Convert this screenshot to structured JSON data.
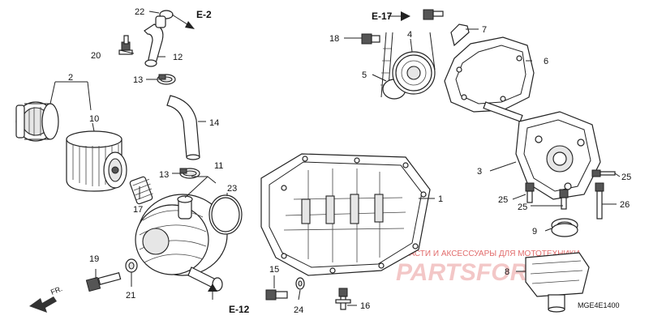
{
  "callouts": {
    "c1": "1",
    "c2": "2",
    "c3": "3",
    "c4": "4",
    "c5": "5",
    "c6": "6",
    "c7": "7",
    "c8": "8",
    "c9": "9",
    "c10": "10",
    "c11": "11",
    "c12": "12",
    "c13a": "13",
    "c13b": "13",
    "c14": "14",
    "c15": "15",
    "c16": "16",
    "c17": "17",
    "c18": "18",
    "c19": "19",
    "c20": "20",
    "c21": "21",
    "c22": "22",
    "c23": "23",
    "c24": "24",
    "c25a": "25",
    "c25b": "25",
    "c25c": "25",
    "c26": "26"
  },
  "references": {
    "e2": "E-2",
    "e17": "E-17",
    "e12": "E-12",
    "front": "FR."
  },
  "diagram_code": "MGE4E1400",
  "watermark": {
    "text": "ЗАПЧАСТИ И АКСЕССУАРЫ ДЛЯ МОТОТЕХНИКИ",
    "logo": "PARTSFOR.RU"
  }
}
